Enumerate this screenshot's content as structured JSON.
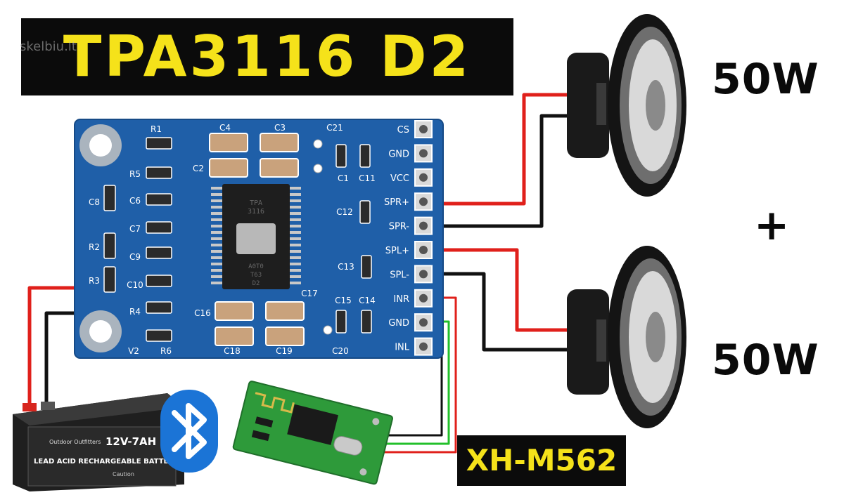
{
  "title": "TPA3116 D2",
  "watermark": "skelbiu.lt",
  "board": {
    "pins": [
      "CS",
      "GND",
      "VCC",
      "SPR+",
      "SPR-",
      "SPL+",
      "SPL-",
      "INR",
      "GND",
      "INL"
    ],
    "components": [
      "R1",
      "C4",
      "C3",
      "C21",
      "R5",
      "C2",
      "C1",
      "C11",
      "C8",
      "C6",
      "C12",
      "C7",
      "R2",
      "C9",
      "C13",
      "R3",
      "C10",
      "R4",
      "C16",
      "C15",
      "C14",
      "C17",
      "V2",
      "R6",
      "C18",
      "C19",
      "C20"
    ],
    "chip": [
      "TPA",
      "3116",
      "A0T0",
      "T63",
      "D2"
    ]
  },
  "speakers": [
    {
      "power": "50W"
    },
    {
      "power": "50W"
    }
  ],
  "plus": "+",
  "battery": {
    "brand": "Outdoor Outfitters",
    "rating": "12V-7AH",
    "type": "LEAD ACID RECHARGEABLE BATTERY",
    "caution": "Caution"
  },
  "module": {
    "label": "XH-M562"
  },
  "colors": {
    "banner_bg": "#0b0b0b",
    "banner_text": "#f5e21a",
    "pcb": "#1f5fa8",
    "wire_red": "#e0201b",
    "wire_black": "#111111",
    "wire_green": "#22c02a",
    "bluetooth": "#1b74d6"
  }
}
